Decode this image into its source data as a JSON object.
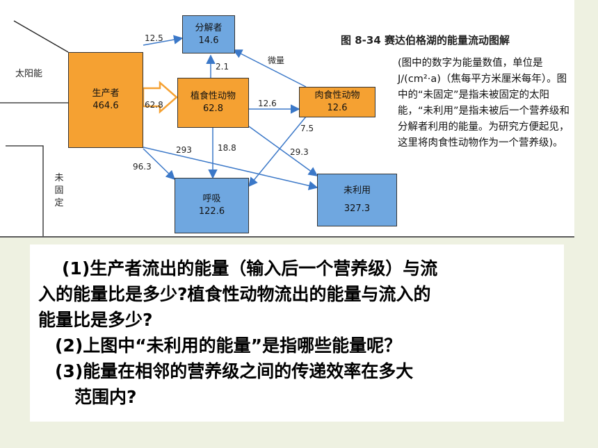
{
  "figure": {
    "caption_title": "图 8-34  赛达伯格湖的能量流动图解",
    "caption_body": "(图中的数字为能量数值，单位是 J/(cm²·a)（焦每平方米厘米每年）。图中的“未固定”是指未被固定的太阳能，“未利用”是指未被后一个营养级和分解者利用的能量。为研究方便起见，这里将肉食性动物作为一个营养级)。",
    "sun_label": "太阳能",
    "unfixed_label": "未固定",
    "nodes": {
      "producer": {
        "name": "生产者",
        "value": "464.6"
      },
      "decomposer": {
        "name": "分解者",
        "value": "14.6"
      },
      "herbivore": {
        "name": "植食性动物",
        "value": "62.8"
      },
      "carnivore": {
        "name": "肉食性动物",
        "value": "12.6"
      },
      "respiration": {
        "name": "呼吸",
        "value": "122.6"
      },
      "unused": {
        "name": "未利用",
        "value": "327.3"
      }
    },
    "flows": {
      "producer_to_decomposer": "12.5",
      "herbivore_to_decomposer": "2.1",
      "carnivore_to_decomposer": "微量",
      "producer_to_herbivore": "62.8",
      "herbivore_to_carnivore": "12.6",
      "carnivore_to_respiration": "7.5",
      "producer_to_unused": "293",
      "herbivore_to_respiration": "18.8",
      "herbivore_to_unused": "29.3",
      "producer_to_respiration": "96.3"
    }
  },
  "questions": {
    "q1_line1": "(1)生产者流出的能量（输入后一个营养级）与流",
    "q1_line2": "入的能量比是多少?植食性动物流出的能量与流入的",
    "q1_line3": "能量比是多少?",
    "q2": "(2)上图中“未利用的能量”是指哪些能量呢？",
    "q3_line1": "(3)能量在相邻的营养级之间的传递效率在多大",
    "q3_line2": "范围内?"
  }
}
